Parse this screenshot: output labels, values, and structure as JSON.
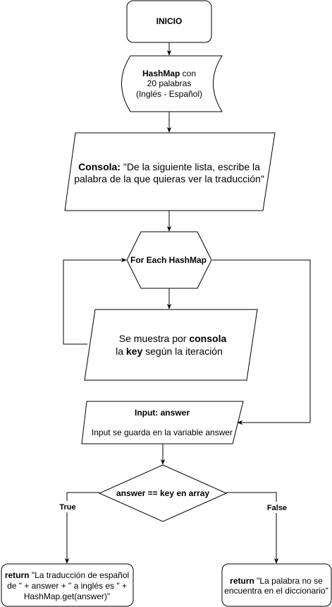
{
  "nodes": {
    "start": {
      "label": "INICIO"
    },
    "hashmap": {
      "line1_bold": "HashMap",
      "line1_rest": " con",
      "line2": "20 palabras",
      "line3": "(Inglés - Español)"
    },
    "console": {
      "line1_bold": "Consola:",
      "line1_rest": " \"De la siguiente lista, escribe la",
      "line2": "palabra de la que quieras ver la traducción\""
    },
    "loop": {
      "label": "For Each HashMap"
    },
    "display": {
      "line1_pre": "Se muestra por ",
      "line1_bold": "consola",
      "line2_pre": "la ",
      "line2_bold": "key",
      "line2_post": " según la iteración"
    },
    "input": {
      "title": "Input: answer",
      "subtitle": "Input se guarda en la variable answer"
    },
    "decision": {
      "label": "answer == key en array"
    },
    "return_true": {
      "line1_bold": "return",
      "line1_rest": " \"La traducción de español",
      "line2": "de \" + answer + \" a inglés es \" +",
      "line3": "HashMap.get(answer)\""
    },
    "return_false": {
      "line1_bold": "return",
      "line1_rest": " \"La palabra no se",
      "line2": "encuentra en el diccionario\""
    }
  },
  "edges": {
    "true_label": "True",
    "false_label": "False"
  },
  "colors": {
    "stroke": "#000000",
    "fill": "#ffffff"
  }
}
